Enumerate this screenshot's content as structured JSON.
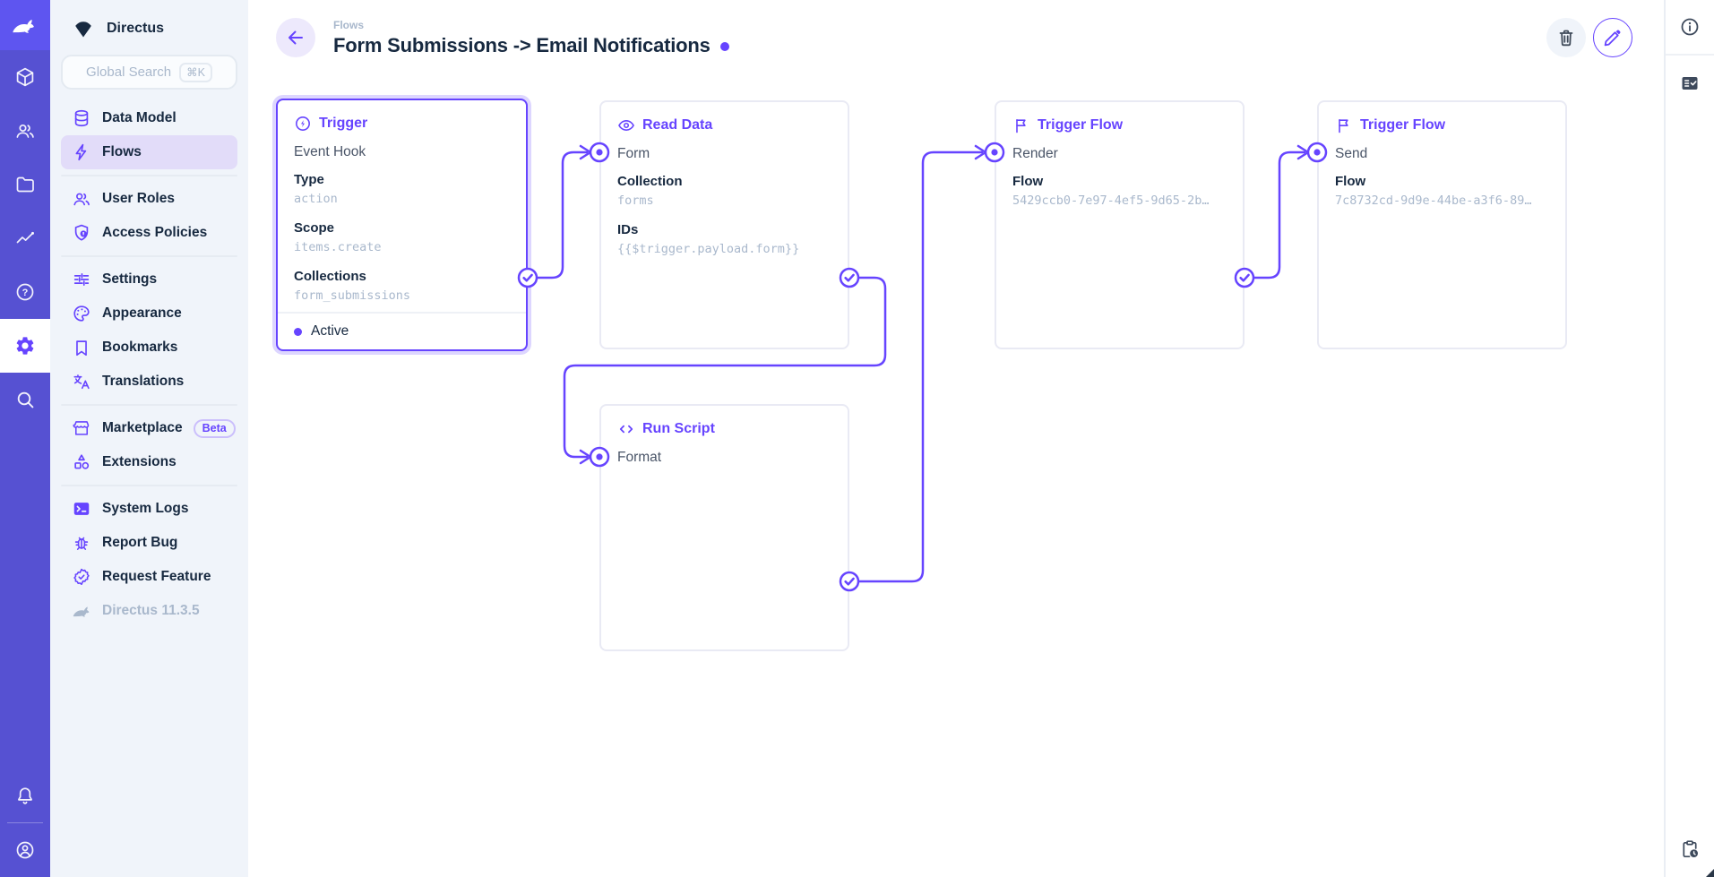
{
  "colors": {
    "accent": "#6644FF",
    "module_bar_bg": "#5651D2",
    "logo_tile_bg": "#5E55F0",
    "sidebar_bg": "#F0F4FA",
    "active_nav_bg": "#E2DCF9",
    "text_dark": "#172940",
    "text_muted": "#A9B8CC",
    "border_subtle": "#E4EAF1"
  },
  "module_bar": {
    "logo_icon": "directus-rabbit-icon",
    "modules": [
      "box-icon",
      "users-icon",
      "folder-icon",
      "insights-icon",
      "help-icon",
      "gear-icon",
      "search-icon"
    ],
    "active_module": "settings",
    "bottom_icons": [
      "bell-icon",
      "account-icon"
    ]
  },
  "sidebar": {
    "project_name": "Directus",
    "search": {
      "placeholder": "Global Search",
      "shortcut": "⌘K"
    },
    "items": [
      {
        "label": "Data Model",
        "icon": "database-icon"
      },
      {
        "label": "Flows",
        "icon": "bolt-icon",
        "active": true
      },
      {
        "label": "User Roles",
        "icon": "user-roles-icon"
      },
      {
        "label": "Access Policies",
        "icon": "shield-icon"
      },
      {
        "label": "Settings",
        "icon": "tune-icon"
      },
      {
        "label": "Appearance",
        "icon": "palette-icon"
      },
      {
        "label": "Bookmarks",
        "icon": "bookmark-icon"
      },
      {
        "label": "Translations",
        "icon": "translate-icon"
      },
      {
        "label": "Marketplace",
        "icon": "storefront-icon",
        "badge": "Beta"
      },
      {
        "label": "Extensions",
        "icon": "extensions-icon"
      },
      {
        "label": "System Logs",
        "icon": "terminal-icon"
      },
      {
        "label": "Report Bug",
        "icon": "bug-icon"
      },
      {
        "label": "Request Feature",
        "icon": "seal-check-icon"
      },
      {
        "label": "Directus 11.3.5",
        "icon": "directus-rabbit-icon",
        "muted": true
      }
    ]
  },
  "header": {
    "breadcrumb": "Flows",
    "title": "Form Submissions -> Email Notifications",
    "has_unsaved_dot": true,
    "actions": [
      "delete",
      "edit"
    ]
  },
  "flow": {
    "nodes": {
      "trigger": {
        "panel_title": "Trigger",
        "icon": "bolt-circle-icon",
        "name": "Event Hook",
        "fields": [
          {
            "label": "Type",
            "value": "action"
          },
          {
            "label": "Scope",
            "value": "items.create"
          },
          {
            "label": "Collections",
            "value": "form_submissions"
          }
        ],
        "status": "Active",
        "selected": true
      },
      "read_data": {
        "panel_title": "Read Data",
        "icon": "eye-icon",
        "name": "Form",
        "fields": [
          {
            "label": "Collection",
            "value": "forms"
          },
          {
            "label": "IDs",
            "value": "{{$trigger.payload.form}}"
          }
        ]
      },
      "trigger_flow_render": {
        "panel_title": "Trigger Flow",
        "icon": "flag-icon",
        "name": "Render",
        "fields": [
          {
            "label": "Flow",
            "value": "5429ccb0-7e97-4ef5-9d65-2b…"
          }
        ]
      },
      "trigger_flow_send": {
        "panel_title": "Trigger Flow",
        "icon": "flag-icon",
        "name": "Send",
        "fields": [
          {
            "label": "Flow",
            "value": "7c8732cd-9d9e-44be-a3f6-89…"
          }
        ]
      },
      "run_script": {
        "panel_title": "Run Script",
        "icon": "code-icon",
        "name": "Format",
        "fields": []
      }
    },
    "connections": [
      "trigger -> read_data",
      "read_data -> run_script",
      "run_script -> trigger_flow_render",
      "trigger_flow_render -> trigger_flow_send"
    ]
  },
  "right_sidebar": {
    "icons": [
      "info-icon",
      "logs-icon",
      "clipboard-clock-icon"
    ]
  }
}
